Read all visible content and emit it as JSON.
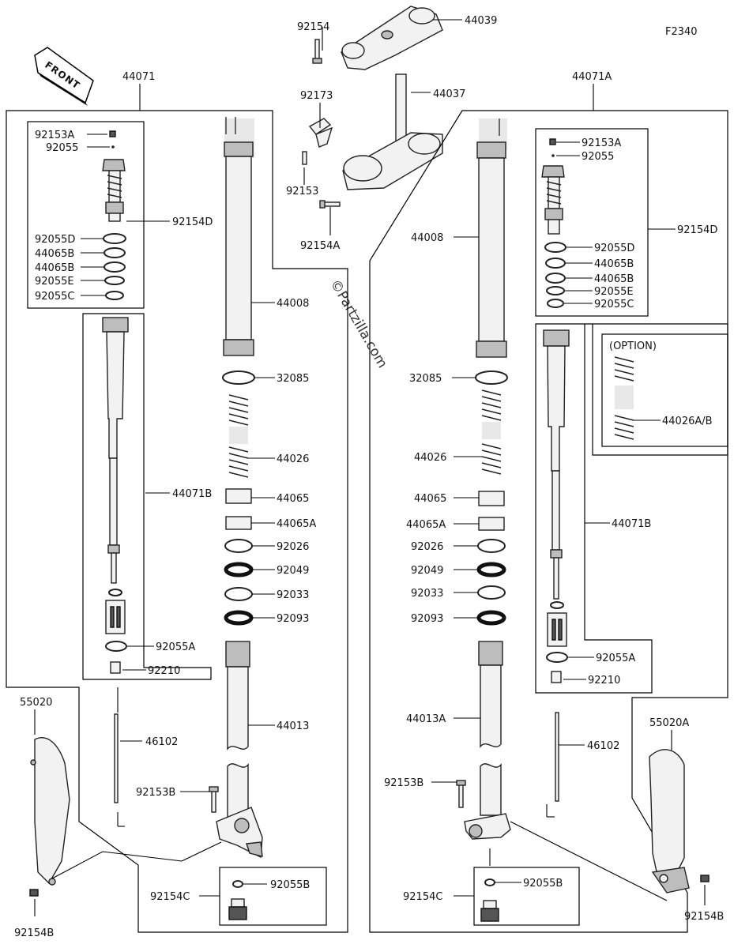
{
  "diagram_code": "F2340",
  "front_label": "FRONT",
  "watermark": "©Partzilla.com",
  "labels": {
    "l44039": "44039",
    "l92154": "92154",
    "l44037": "44037",
    "l92173": "92173",
    "l92153": "92153",
    "l92154A": "92154A",
    "l44071": "44071",
    "l44071A": "44071A",
    "L_92153A": "92153A",
    "L_92055": "92055",
    "L_92154D": "92154D",
    "L_92055D": "92055D",
    "L_44065B_1": "44065B",
    "L_44065B_2": "44065B",
    "L_92055E": "92055E",
    "L_92055C": "92055C",
    "L_44071B": "44071B",
    "L_92055A": "92055A",
    "L_92210": "92210",
    "L_44008": "44008",
    "L_32085": "32085",
    "L_44026": "44026",
    "L_44065": "44065",
    "L_44065A": "44065A",
    "L_92026": "92026",
    "L_92049": "92049",
    "L_92033": "92033",
    "L_92093": "92093",
    "L_44013": "44013",
    "L_92153B": "92153B",
    "L_92055B": "92055B",
    "L_92154C": "92154C",
    "L_55020": "55020",
    "L_46102": "46102",
    "L_92154B": "92154B",
    "R_92153A": "92153A",
    "R_92055": "92055",
    "R_92154D": "92154D",
    "R_92055D": "92055D",
    "R_44065B_1": "44065B",
    "R_44065B_2": "44065B",
    "R_92055E": "92055E",
    "R_92055C": "92055C",
    "R_44008": "44008",
    "R_32085": "32085",
    "R_44026": "44026",
    "R_44065": "44065",
    "R_44065A": "44065A",
    "R_92026": "92026",
    "R_92049": "92049",
    "R_92033": "92033",
    "R_92093": "92093",
    "R_44013A": "44013A",
    "R_92153B": "92153B",
    "R_92055B": "92055B",
    "R_92154C": "92154C",
    "R_option": "(OPTION)",
    "R_44026AB": "44026A/B",
    "R_44071B": "44071B",
    "R_92055A": "92055A",
    "R_92210": "92210",
    "R_46102": "46102",
    "R_55020A": "55020A",
    "R_92154B": "92154B"
  }
}
